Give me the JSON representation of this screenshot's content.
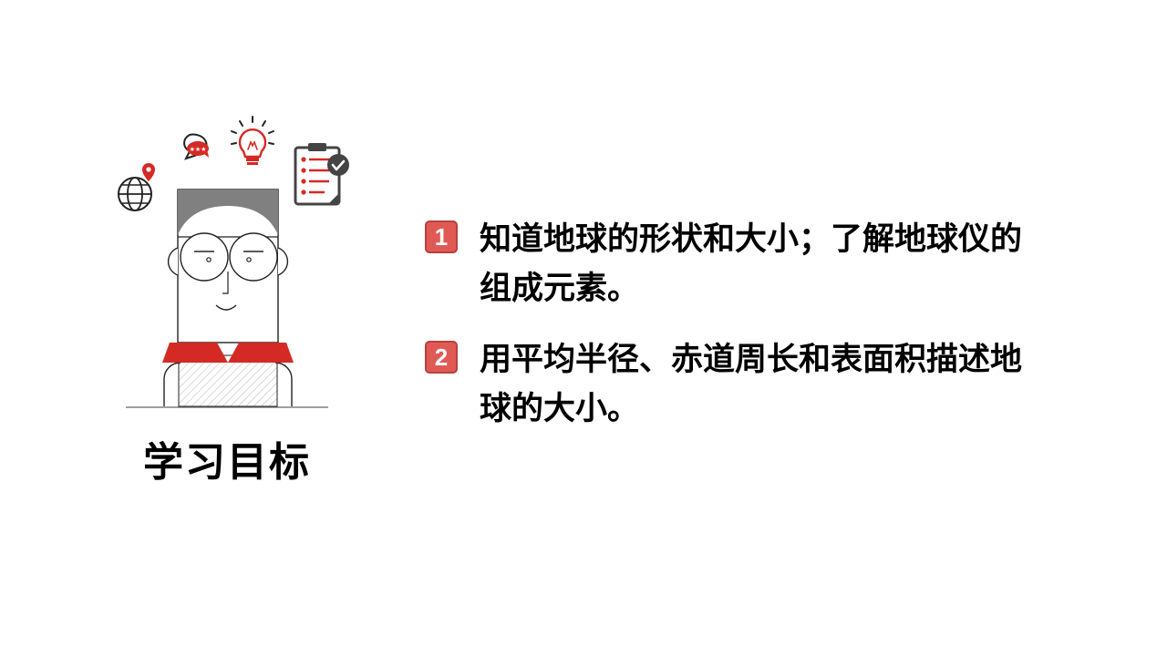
{
  "slide": {
    "title": "学习目标"
  },
  "objectives": [
    {
      "number": "1",
      "text": "知道地球的形状和大小；了解地球仪的组成元素。"
    },
    {
      "number": "2",
      "text": "用平均半径、赤道周长和表面积描述地球的大小。"
    }
  ],
  "colors": {
    "accent": "#e05a55",
    "accent_dark": "#d42a23",
    "hair": "#808080",
    "text": "#000000"
  },
  "icons": [
    "globe-icon",
    "location-pin-icon",
    "chat-bubbles-icon",
    "lightbulb-icon",
    "checklist-icon",
    "checkmark-icon"
  ]
}
